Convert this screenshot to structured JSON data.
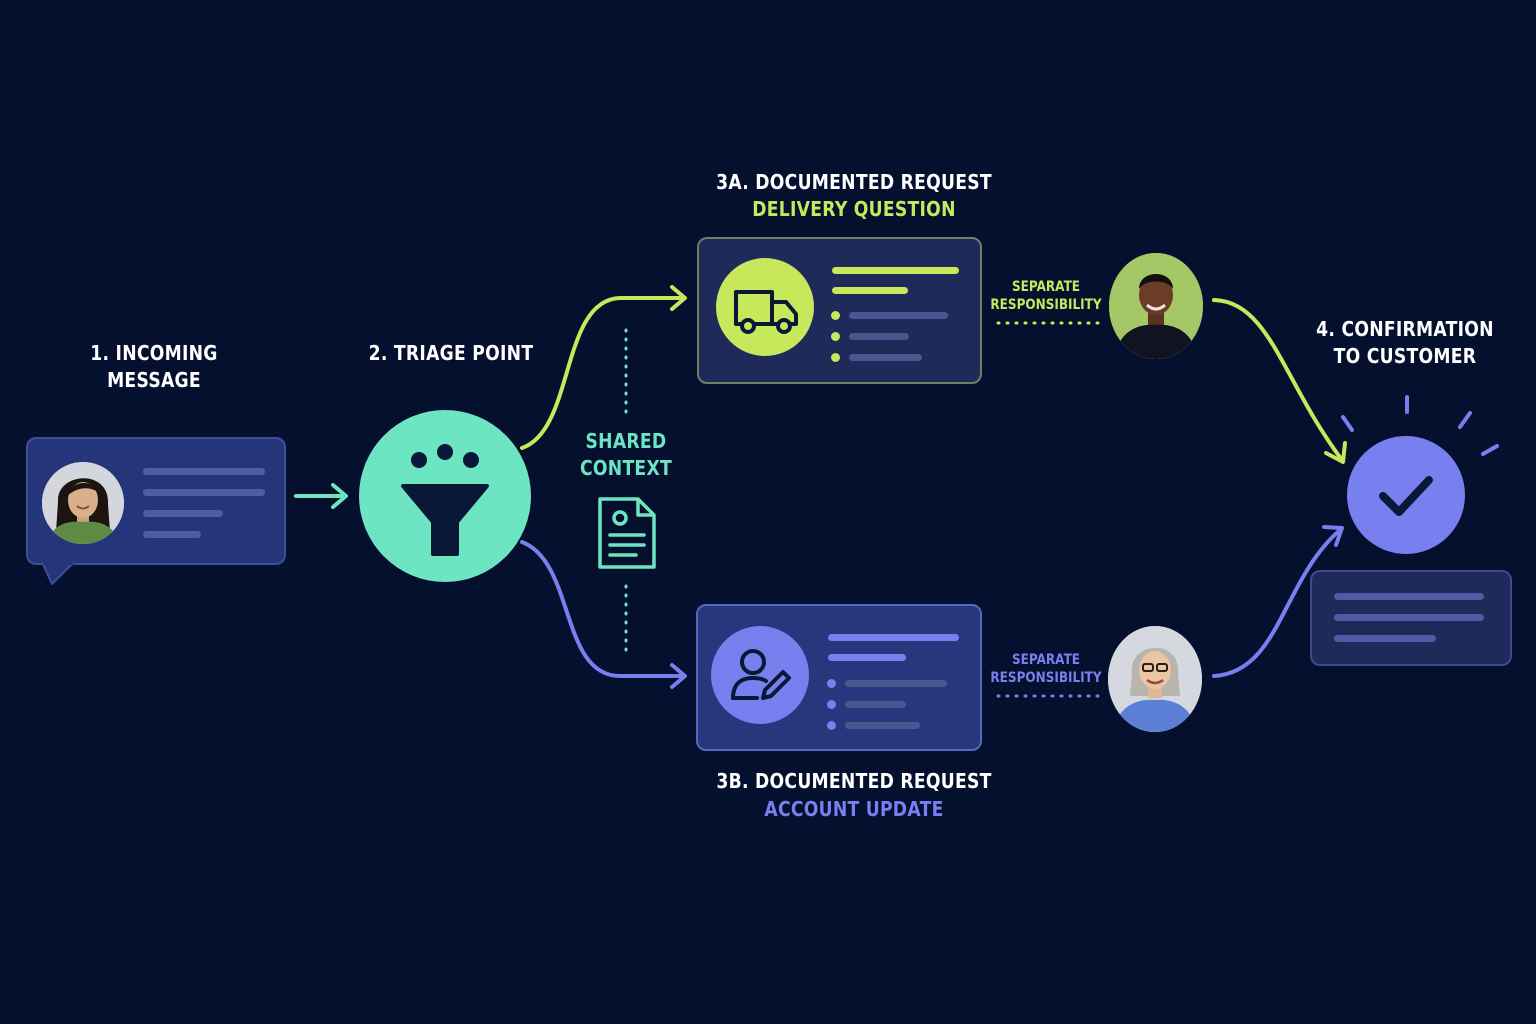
{
  "steps": {
    "incoming": {
      "label": "1. INCOMING\nMESSAGE"
    },
    "triage": {
      "label": "2. TRIAGE POINT"
    },
    "request_a": {
      "title": "3A. DOCUMENTED REQUEST",
      "subtitle": "DELIVERY QUESTION"
    },
    "request_b": {
      "title": "3B. DOCUMENTED REQUEST",
      "subtitle": "ACCOUNT UPDATE"
    },
    "confirmation": {
      "label": "4. CONFIRMATION\nTO CUSTOMER"
    }
  },
  "shared_context": {
    "label": "SHARED\nCONTEXT"
  },
  "responsibility": {
    "a": "SEPARATE\nRESPONSIBILITY",
    "b": "SEPARATE\nRESPONSIBILITY"
  },
  "icons": {
    "customer": "customer-avatar",
    "triage": "funnel-icon",
    "context": "document-icon",
    "delivery": "truck-icon",
    "account": "user-edit-icon",
    "agent_a": "agent-avatar",
    "agent_b": "agent-avatar",
    "confirm": "checkmark-icon"
  },
  "colors": {
    "background": "#050f2e",
    "teal": "#6ee5c2",
    "lime": "#c6e85a",
    "violet": "#7880f0",
    "card": "#1d2d63",
    "card_border": "#4a5690"
  }
}
